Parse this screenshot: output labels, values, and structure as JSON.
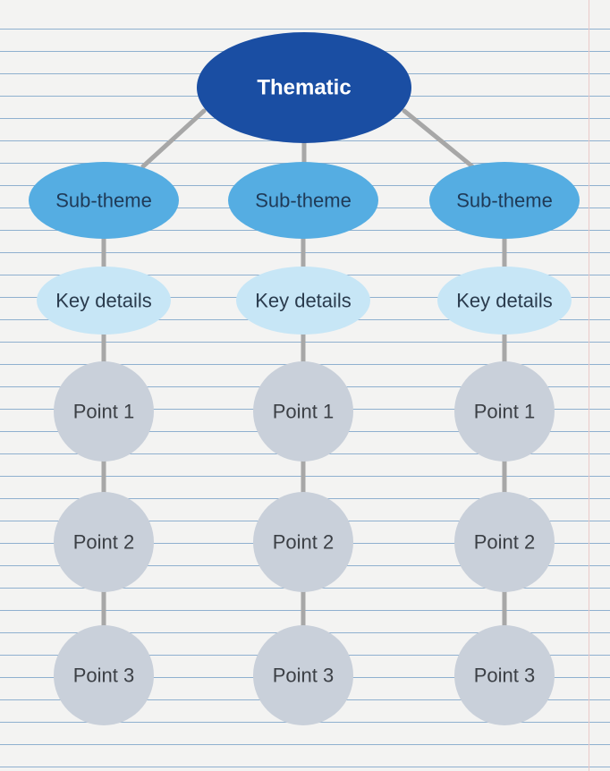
{
  "diagram": {
    "root": {
      "label": "Thematic"
    },
    "branches": [
      {
        "subtheme": "Sub-theme",
        "details": "Key details",
        "points": [
          "Point 1",
          "Point 2",
          "Point 3"
        ]
      },
      {
        "subtheme": "Sub-theme",
        "details": "Key details",
        "points": [
          "Point 1",
          "Point 2",
          "Point 3"
        ]
      },
      {
        "subtheme": "Sub-theme",
        "details": "Key details",
        "points": [
          "Point 1",
          "Point 2",
          "Point 3"
        ]
      }
    ]
  },
  "colors": {
    "root_fill": "#1a4ea3",
    "root_text": "#ffffff",
    "subtheme_fill": "#55ade2",
    "subtheme_text": "#1f3a57",
    "details_fill": "#c7e6f6",
    "details_text": "#2a3b4d",
    "point_fill": "#c9d0da",
    "point_text": "#3b3f45",
    "connector": "#a7a7a7"
  }
}
